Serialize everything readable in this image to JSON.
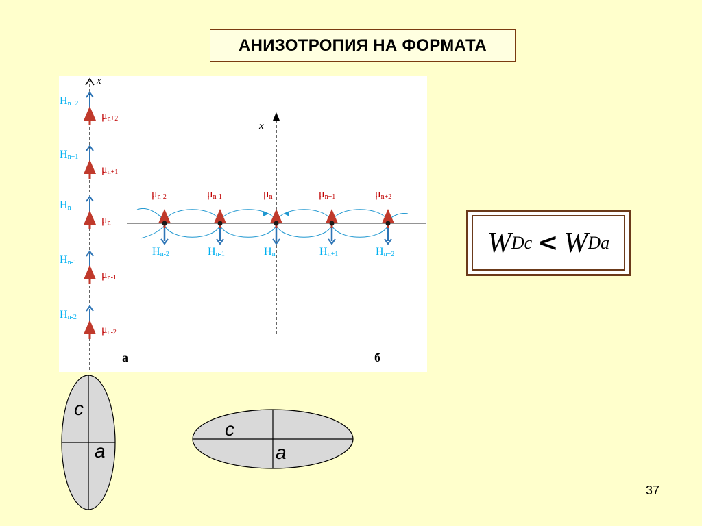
{
  "title": "АНИЗОТРОПИЯ НА ФОРМАТА",
  "page_number": "37",
  "diagram_a": {
    "label": "а",
    "axis_label": "x",
    "mu_labels": [
      "μn+2",
      "μn+1",
      "μn",
      "μn-1",
      "μn-2"
    ],
    "h_labels": [
      "Hn+2",
      "Hn+1",
      "Hn",
      "Hn-1",
      "Hn-2"
    ],
    "mu_symbol": "μ",
    "h_symbol": "H",
    "mu_subs": [
      "n+2",
      "n+1",
      "n",
      "n-1",
      "n-2"
    ],
    "h_subs": [
      "n+2",
      "n+1",
      "n",
      "n-1",
      "n-2"
    ]
  },
  "diagram_b": {
    "label": "б",
    "axis_label": "x",
    "mu_symbol": "μ",
    "h_symbol": "H",
    "mu_subs": [
      "n-2",
      "n-1",
      "n",
      "n+1",
      "n+2"
    ],
    "h_subs": [
      "n-2",
      "n-1",
      "n",
      "n+1",
      "n+2"
    ]
  },
  "ellipse_vertical": {
    "label_c": "c",
    "label_a": "a"
  },
  "ellipse_horizontal": {
    "label_c": "c",
    "label_a": "a"
  },
  "formula": {
    "w1": "W",
    "sub1": "D",
    "sup1": "c",
    "relation": "<",
    "w2": "W",
    "sub2": "D",
    "sup2": "a"
  },
  "colors": {
    "background": "#FFFFCC",
    "mu": "#C00000",
    "h": "#00B0F0",
    "arrow_red": "#C0392B",
    "arrow_blue": "#2E75B6",
    "ellipse_fill": "#D9D9D9"
  }
}
